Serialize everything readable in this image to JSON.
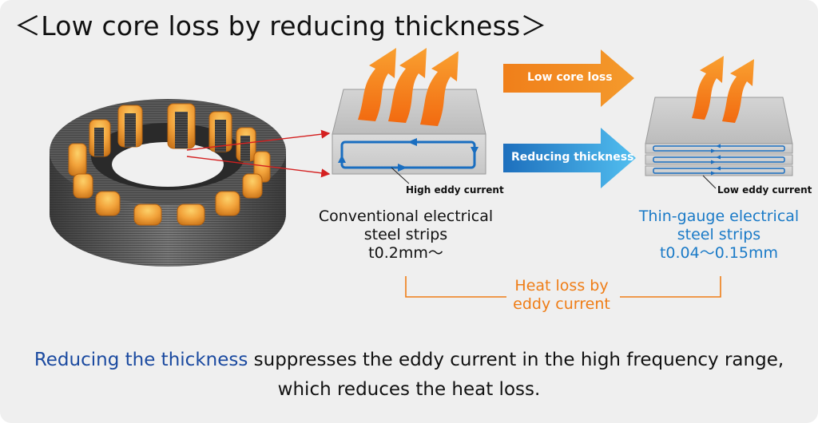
{
  "title": "＜Low core loss by reducing thickness＞",
  "arrows": {
    "top_label": "Low core loss",
    "bottom_label": "Reducing thickness"
  },
  "conventional": {
    "eddy_label": "High eddy current",
    "name_line1": "Conventional electrical",
    "name_line2": "steel strips",
    "thickness": "t0.2mm～"
  },
  "thin_gauge": {
    "eddy_label": "Low eddy current",
    "name_line1": "Thin-gauge electrical",
    "name_line2": "steel strips",
    "thickness": "t0.04～0.15mm"
  },
  "heat_loss": {
    "line1": "Heat loss by",
    "line2": "eddy current"
  },
  "caption": {
    "highlight": "Reducing the thickness",
    "rest_line1": " suppresses the eddy current in the high frequency range,",
    "line2": "which reduces the heat loss."
  },
  "colors": {
    "orange": "#ef7d16",
    "blue": "#1a7ac7",
    "caption_highlight": "#1b4aa0",
    "background": "#efefef"
  }
}
